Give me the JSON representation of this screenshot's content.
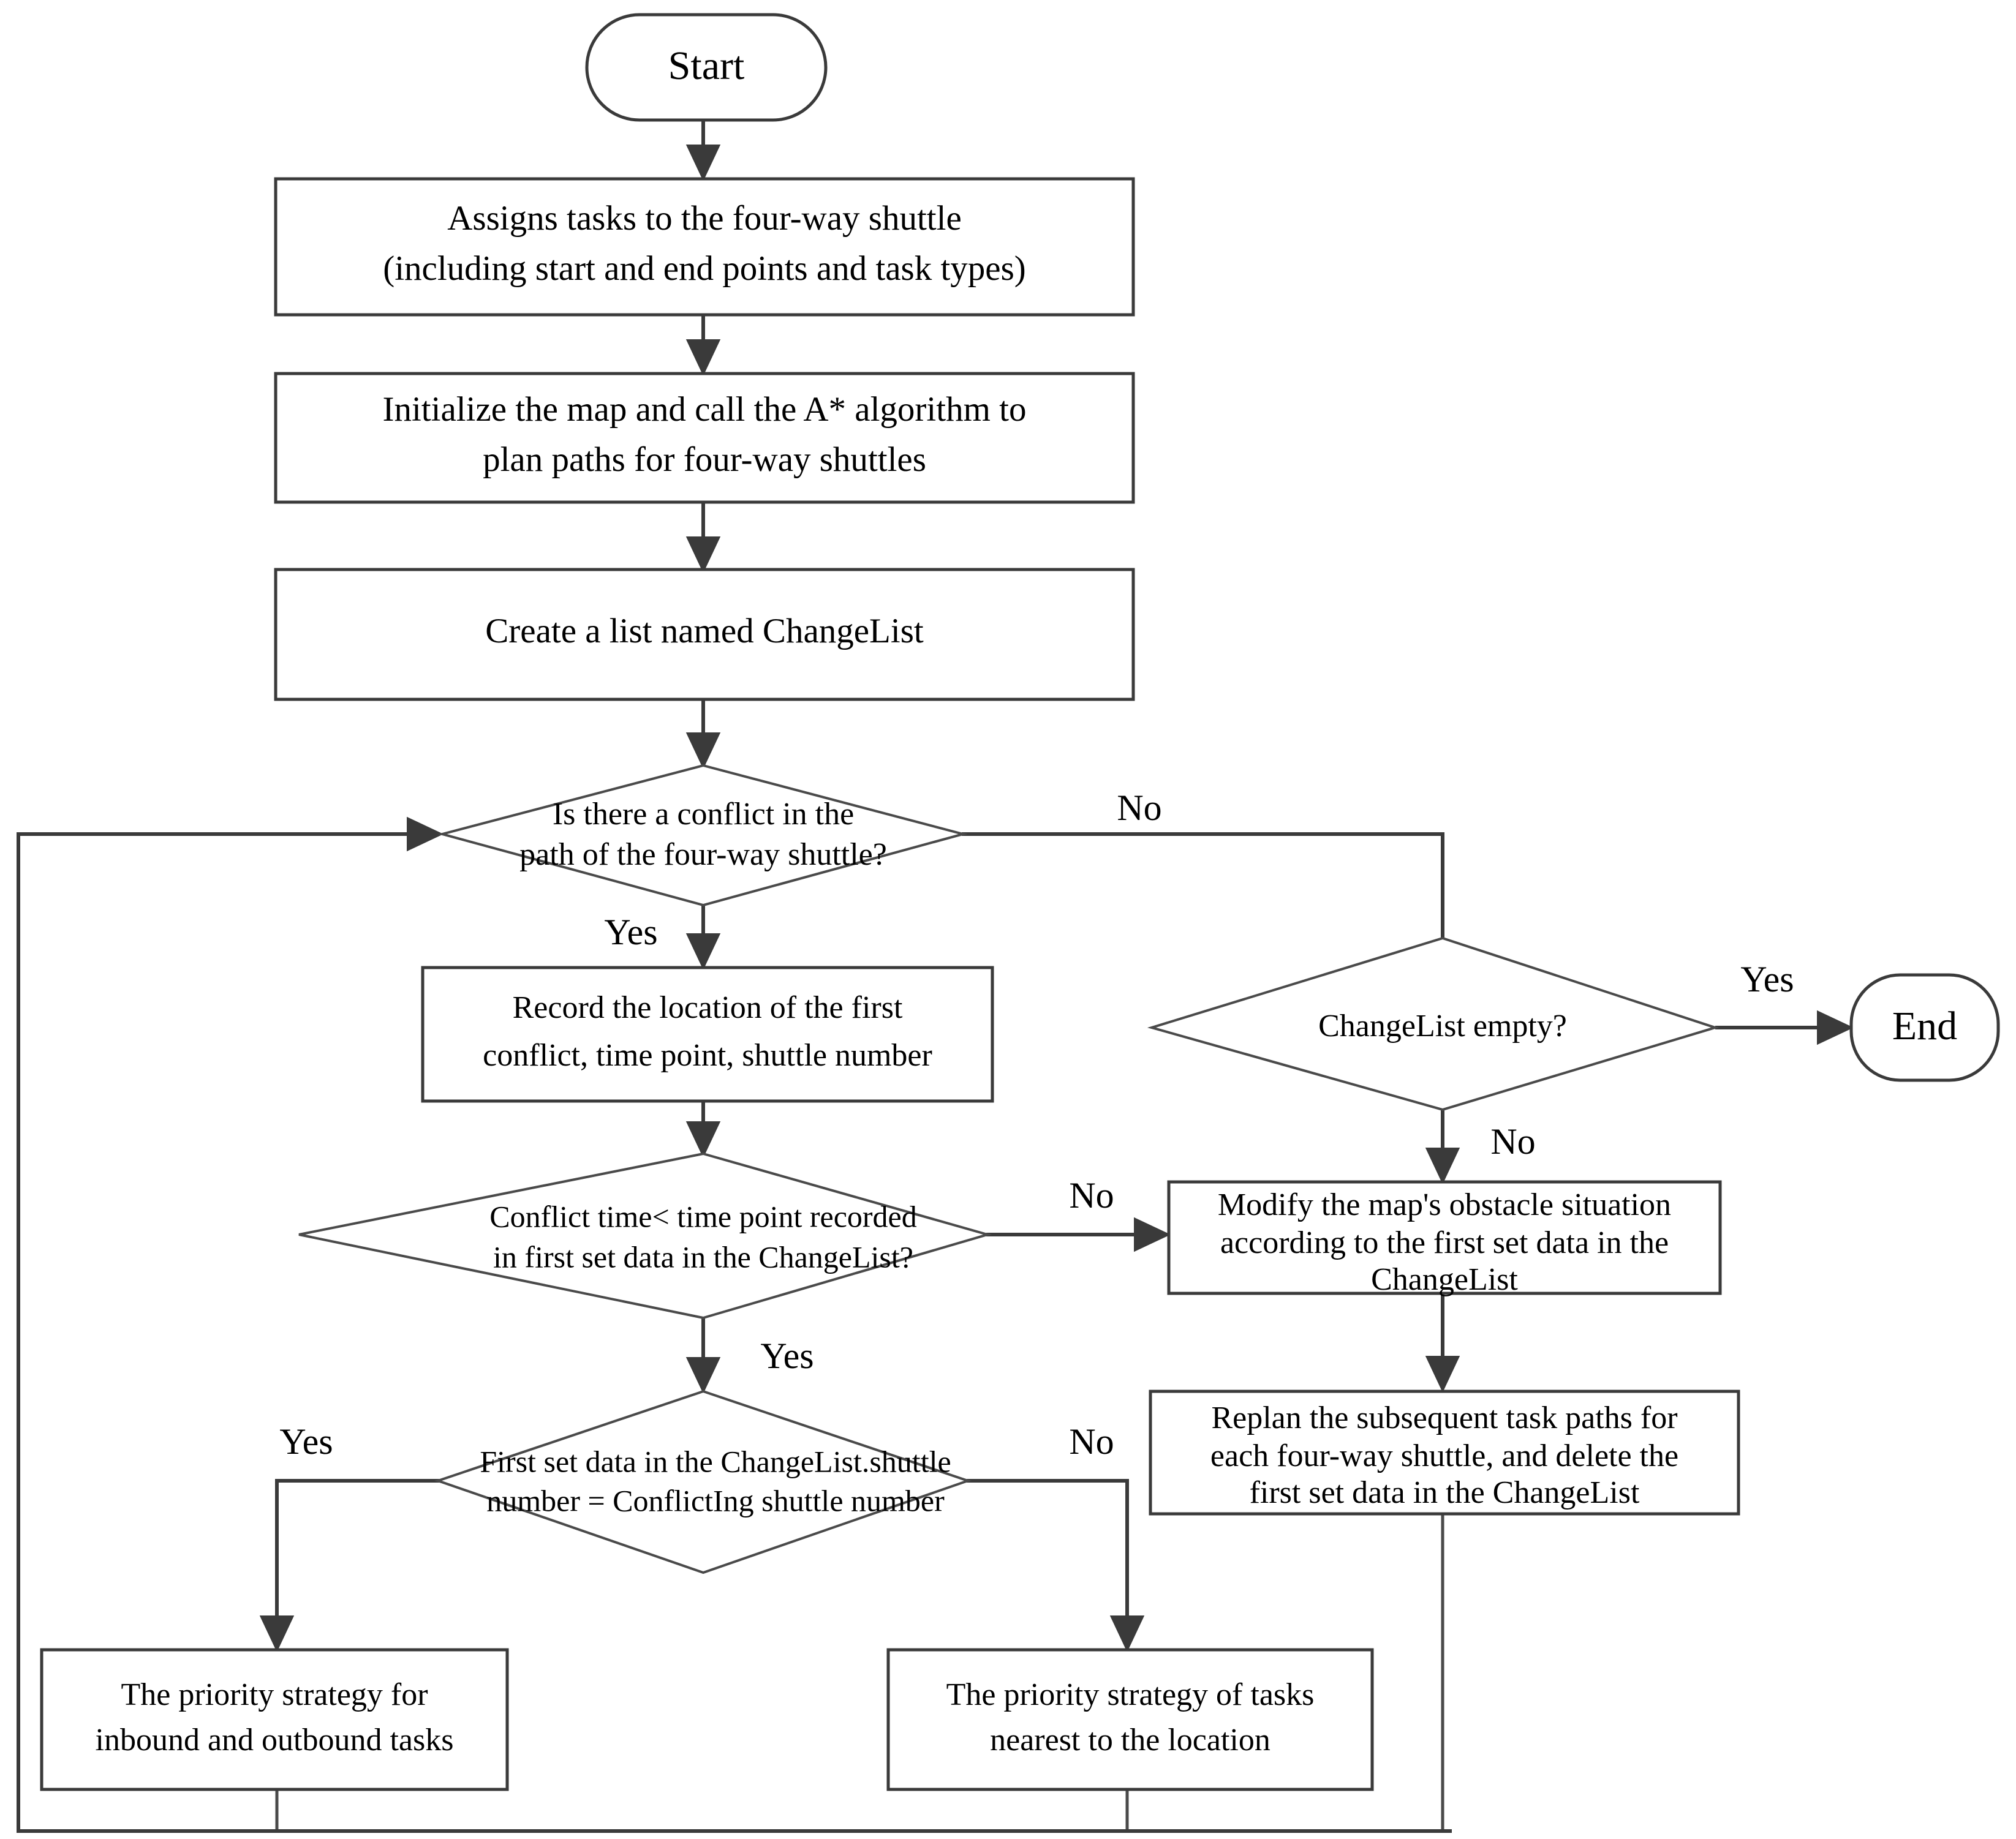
{
  "diagram": {
    "title": "Four-way shuttle path conflict resolution flowchart",
    "type": "flowchart",
    "colors": {
      "stroke": "#3a3a3a",
      "fill": "#ffffff",
      "text": "#000000",
      "background": "#ffffff"
    }
  },
  "nodes": {
    "start": {
      "shape": "terminator",
      "label": "Start"
    },
    "assign_tasks": {
      "shape": "process",
      "line1": "Assigns tasks to the four-way shuttle",
      "line2": "(including start and end points and task types)"
    },
    "init_map": {
      "shape": "process",
      "line1": "Initialize the map and call the A* algorithm to",
      "line2": "plan paths for  four-way shuttles"
    },
    "create_list": {
      "shape": "process",
      "line1": "Create a list named ChangeList"
    },
    "conflict_check": {
      "shape": "decision",
      "line1": "Is there a conflict in the",
      "line2": "path of the four-way shuttle?"
    },
    "changelist_empty": {
      "shape": "decision",
      "line1": "ChangeList empty?"
    },
    "end": {
      "shape": "terminator",
      "label": "End"
    },
    "record_conflict": {
      "shape": "process",
      "line1": "Record the location of the first",
      "line2": "conflict, time point, shuttle number"
    },
    "conflict_time_check": {
      "shape": "decision",
      "line1": "Conflict time< time point recorded",
      "line2": "in first set data in the ChangeList?"
    },
    "modify_map": {
      "shape": "process",
      "line1": "Modify the map's obstacle situation",
      "line2": "according to the first set data in the",
      "line3": "ChangeList"
    },
    "shuttle_number_check": {
      "shape": "decision",
      "line1": "First set data in the ChangeList.shuttle",
      "line2": "number =  ConflictIng shuttle number"
    },
    "replan_paths": {
      "shape": "process",
      "line1": "Replan the subsequent task paths for",
      "line2": "each four-way shuttle, and delete the",
      "line3": "first set data in the ChangeList"
    },
    "priority_inbound_outbound": {
      "shape": "process",
      "line1": "The priority strategy for",
      "line2": "inbound and outbound tasks"
    },
    "priority_nearest": {
      "shape": "process",
      "line1": "The priority strategy of tasks",
      "line2": "nearest to the location"
    }
  },
  "edge_labels": {
    "conflict_no": "No",
    "conflict_yes": "Yes",
    "changelist_yes": "Yes",
    "changelist_no": "No",
    "conflict_time_no": "No",
    "conflict_time_yes": "Yes",
    "shuttle_yes": "Yes",
    "shuttle_no": "No"
  }
}
